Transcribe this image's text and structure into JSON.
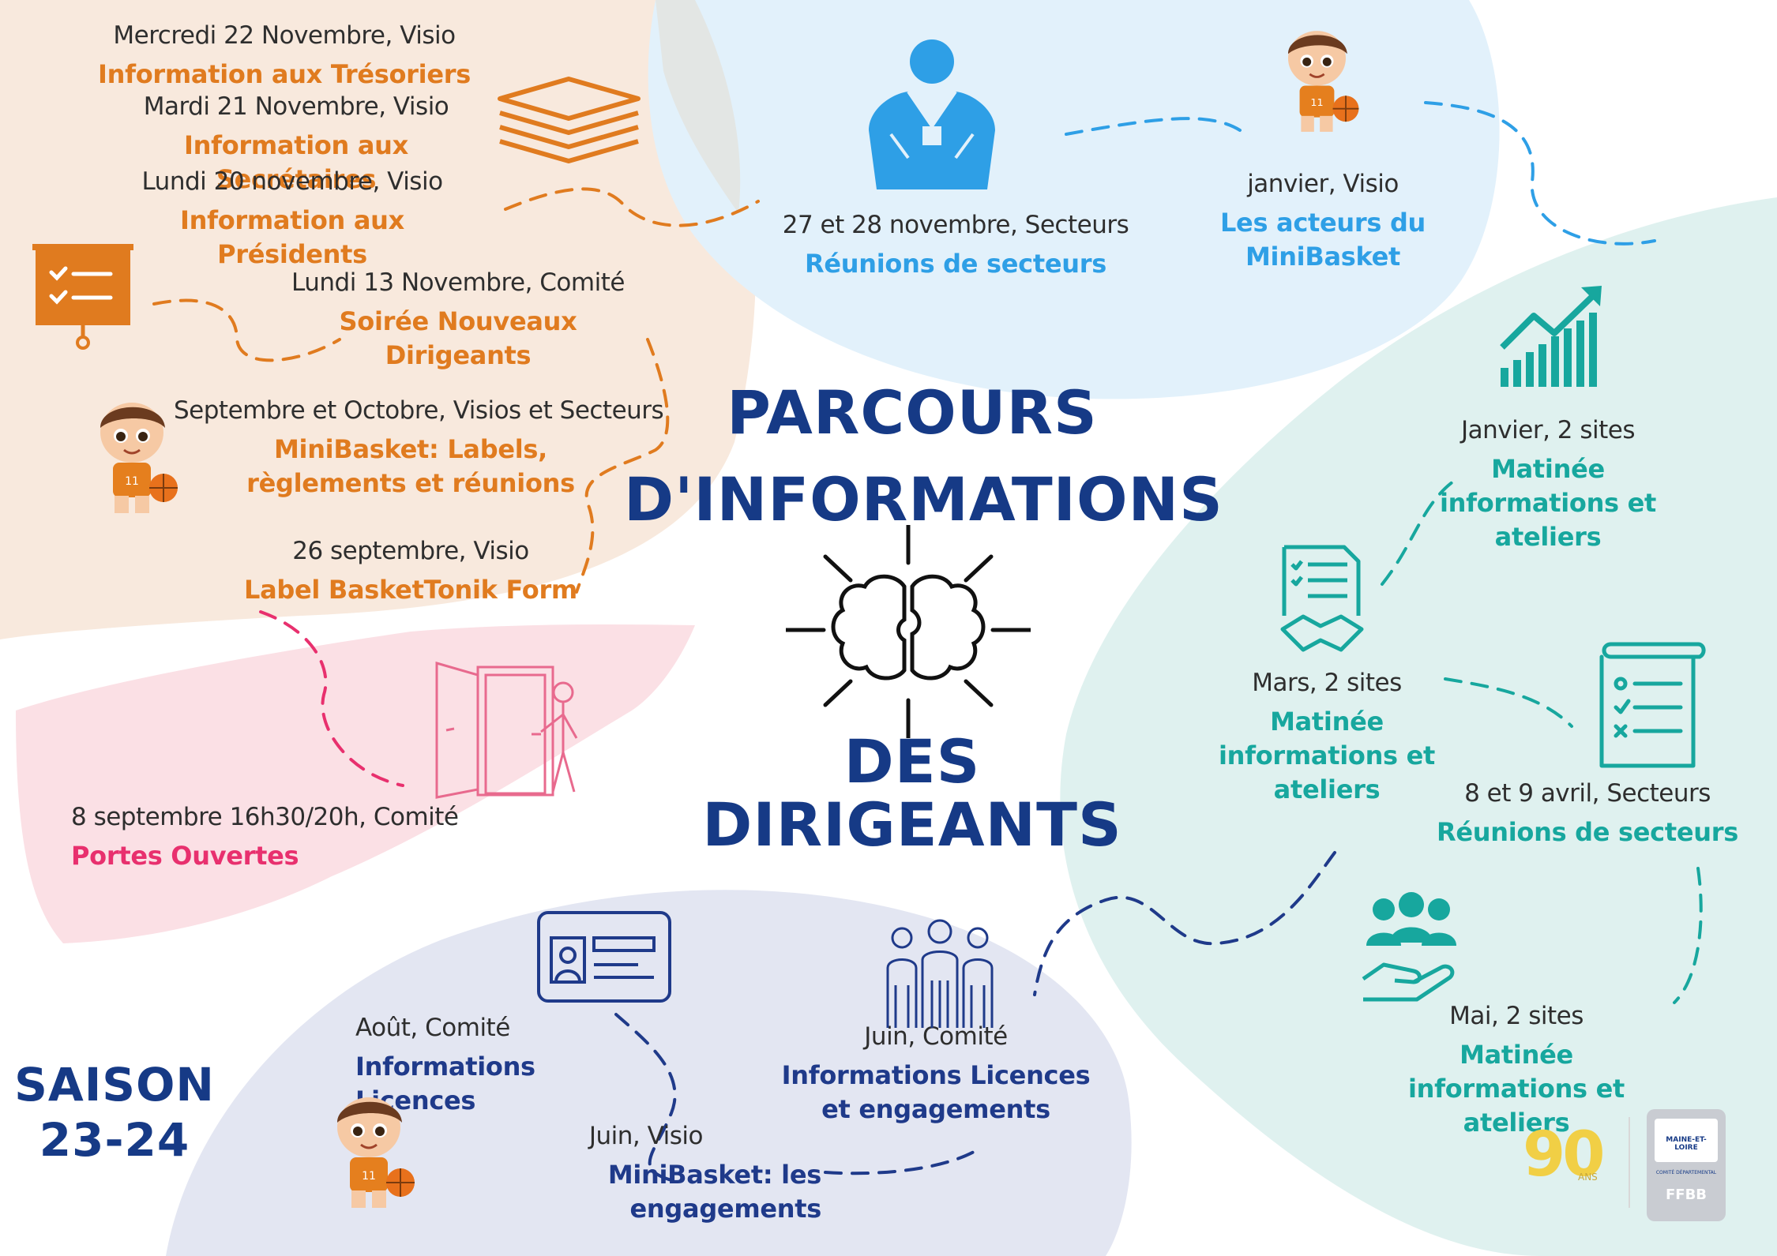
{
  "title": {
    "line1": "PARCOURS",
    "line2": "D'INFORMATIONS",
    "line3": "DES",
    "line4": "DIRIGEANTS"
  },
  "season": {
    "line1": "SAISON",
    "line2": "23-24"
  },
  "events": {
    "tresoriers": {
      "date": "Mercredi 22 Novembre, Visio",
      "title": "Information aux Trésoriers"
    },
    "secretaires": {
      "date": "Mardi 21 Novembre, Visio",
      "title": "Information aux Secrétaires"
    },
    "presidents": {
      "date": "Lundi 20 novembre, Visio",
      "title": "Information aux Présidents"
    },
    "nouveaux": {
      "date": "Lundi 13 Novembre, Comité",
      "title": "Soirée Nouveaux Dirigeants"
    },
    "minibasket_labels": {
      "date": "Septembre et Octobre, Visios et Secteurs",
      "title": "MiniBasket: Labels, règlements et réunions"
    },
    "basketonik": {
      "date": "26 septembre, Visio",
      "title": "Label BasketTonik Form"
    },
    "portes": {
      "date": "8 septembre 16h30/20h, Comité",
      "title": "Portes Ouvertes"
    },
    "reunions_nov": {
      "date": "27 et 28 novembre, Secteurs",
      "title": "Réunions de secteurs"
    },
    "acteurs": {
      "date": "janvier, Visio",
      "title": "Les acteurs du MiniBasket"
    },
    "matinee_janvier": {
      "date": "Janvier, 2 sites",
      "title": "Matinée informations et ateliers"
    },
    "matinee_mars": {
      "date": "Mars, 2 sites",
      "title": "Matinée informations et ateliers"
    },
    "reunions_avril": {
      "date": "8 et 9 avril, Secteurs",
      "title": "Réunions de secteurs"
    },
    "matinee_mai": {
      "date": "Mai, 2 sites",
      "title": "Matinée informations et ateliers"
    },
    "licences_juin": {
      "date": "Juin, Comité",
      "title": "Informations Licences et engagements"
    },
    "licences_aout": {
      "date": "Août, Comité",
      "title": "Informations Licences"
    },
    "engagements": {
      "date": "Juin, Visio",
      "title": "MiniBasket: les engagements"
    }
  },
  "logos": {
    "anniv_number": "90",
    "anniv_label": "ANS",
    "comite_name": "MAINE-ET-LOIRE",
    "comite_sub": "COMITÉ DÉPARTEMENTAL",
    "federation": "FFBB"
  },
  "colors": {
    "orange": "#e07b1f",
    "blue": "#2e9fe6",
    "teal": "#17a79e",
    "navy": "#1f3a8a",
    "pink": "#e8306e",
    "title": "#163a86"
  },
  "icons": [
    "stack-icon",
    "presentation-board-icon",
    "mascot-icon",
    "door-icon",
    "user-badge-icon",
    "growth-chart-icon",
    "contract-handshake-icon",
    "checklist-icon",
    "community-care-icon",
    "id-card-icon",
    "team-icon",
    "brain-icon"
  ]
}
